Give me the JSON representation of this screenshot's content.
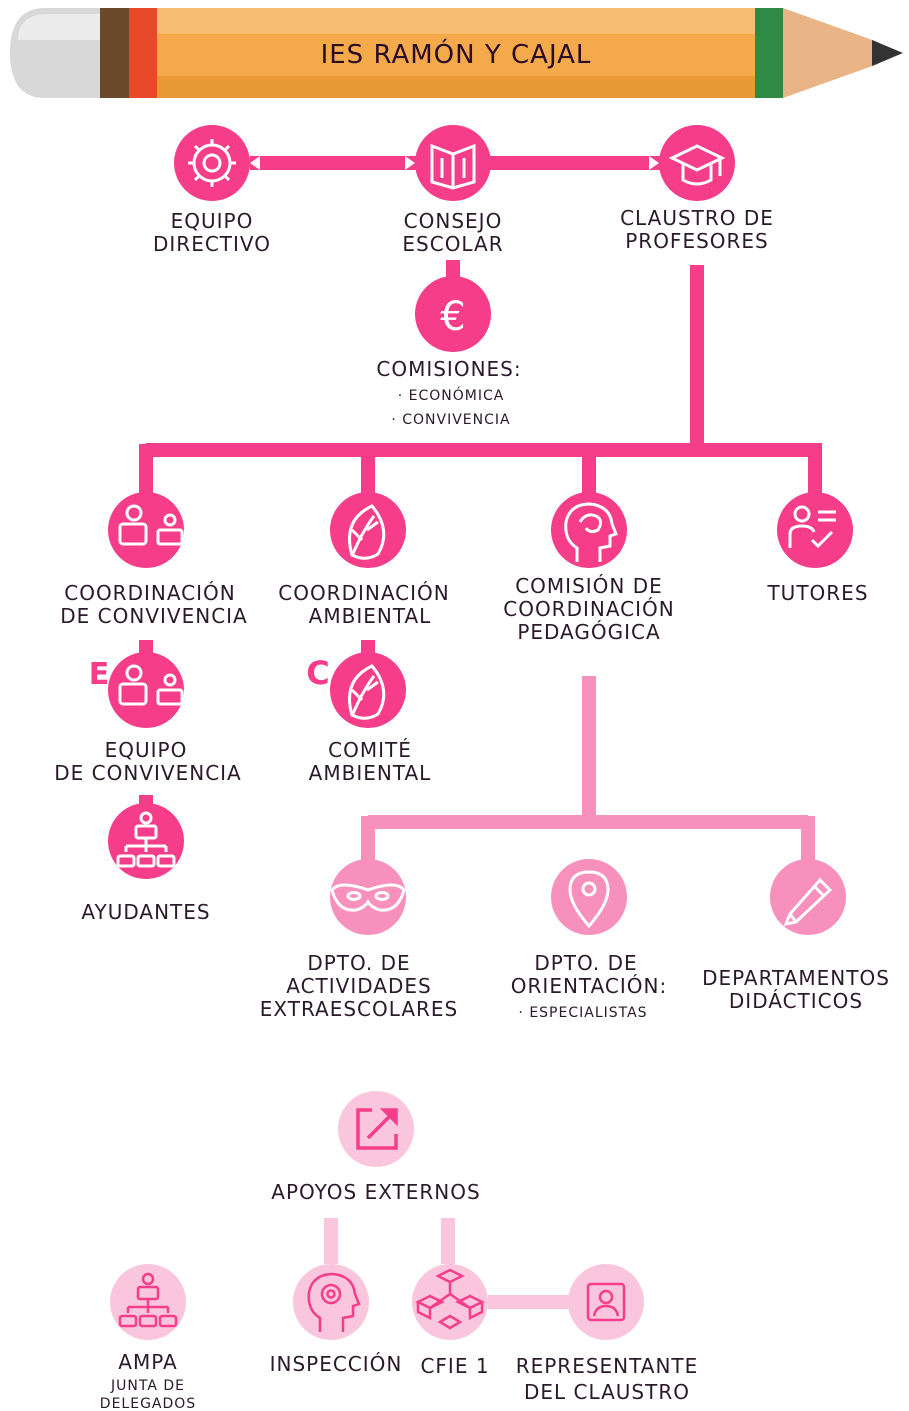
{
  "colors": {
    "primary": "#f53d8a",
    "secondary": "#f890bd",
    "light": "#f9c6dd",
    "pencil_body": "#f4a94a",
    "pencil_stripe": "#f6bb72",
    "eraser": "#d9d9d9",
    "ferrule_brown": "#6b4a2b",
    "ferrule_red": "#e64a2b",
    "ferrule_green": "#2e8a45",
    "wood": "#e9b587",
    "lead": "#333333"
  },
  "title": "IES RAMÓN Y CAJAL",
  "nodes": {
    "equipo_directivo": {
      "icon": "gear-icon",
      "lines": [
        "EQUIPO",
        "DIRECTIVO"
      ]
    },
    "consejo_escolar": {
      "icon": "book-icon",
      "lines": [
        "CONSEJO",
        "ESCOLAR"
      ]
    },
    "claustro": {
      "icon": "graduation-cap-icon",
      "lines": [
        "CLAUSTRO DE",
        "PROFESORES"
      ]
    },
    "comisiones": {
      "icon": "euro-icon",
      "symbol": "€",
      "lines": [
        "COMISIONES:"
      ],
      "items": [
        "· ECONÓMICA",
        "· CONVIVENCIA"
      ]
    },
    "coord_convivencia": {
      "icon": "people-board-icon",
      "lines": [
        "COORDINACIÓN",
        "DE CONVIVENCIA"
      ]
    },
    "coord_ambiental": {
      "icon": "leaf-icon",
      "lines": [
        "COORDINACIÓN",
        "AMBIENTAL"
      ]
    },
    "comision_pedagogica": {
      "icon": "head-brain-icon",
      "lines": [
        "COMISIÓN DE",
        "COORDINACIÓN",
        "PEDAGÓGICA"
      ]
    },
    "tutores": {
      "icon": "tutor-icon",
      "lines": [
        "TUTORES"
      ]
    },
    "equipo_convivencia": {
      "icon": "people-board-icon",
      "badge": "E",
      "lines": [
        "EQUIPO",
        "DE CONVIVENCIA"
      ]
    },
    "comite_ambiental": {
      "icon": "leaf-icon",
      "badge": "C",
      "lines": [
        "COMITÉ",
        "AMBIENTAL"
      ]
    },
    "ayudantes": {
      "icon": "hierarchy-icon",
      "lines": [
        "AYUDANTES"
      ]
    },
    "dpto_extraescolares": {
      "icon": "mask-icon",
      "lines": [
        "DPTO. DE",
        "ACTIVIDADES",
        "EXTRAESCOLARES"
      ]
    },
    "dpto_orientacion": {
      "icon": "location-pin-icon",
      "lines": [
        "DPTO. DE",
        "ORIENTACIÓN:"
      ],
      "items": [
        "· ESPECIALISTAS"
      ]
    },
    "dptos_didacticos": {
      "icon": "pencil-icon",
      "lines": [
        "DEPARTAMENTOS",
        "DIDÁCTICOS"
      ]
    },
    "apoyos_externos": {
      "icon": "external-link-icon",
      "lines": [
        "APOYOS EXTERNOS"
      ]
    },
    "ampa": {
      "icon": "hierarchy-icon",
      "lines": [
        "AMPA"
      ],
      "items": [
        "JUNTA DE",
        "DELEGADOS"
      ]
    },
    "inspeccion": {
      "icon": "head-gear-icon",
      "lines": [
        "INSPECCIÓN"
      ]
    },
    "cfie": {
      "icon": "cubes-network-icon",
      "lines": [
        "CFIE 1"
      ]
    },
    "representante": {
      "icon": "user-portrait-icon",
      "lines": [
        "REPRESENTANTE",
        "DEL CLAUSTRO"
      ]
    }
  }
}
